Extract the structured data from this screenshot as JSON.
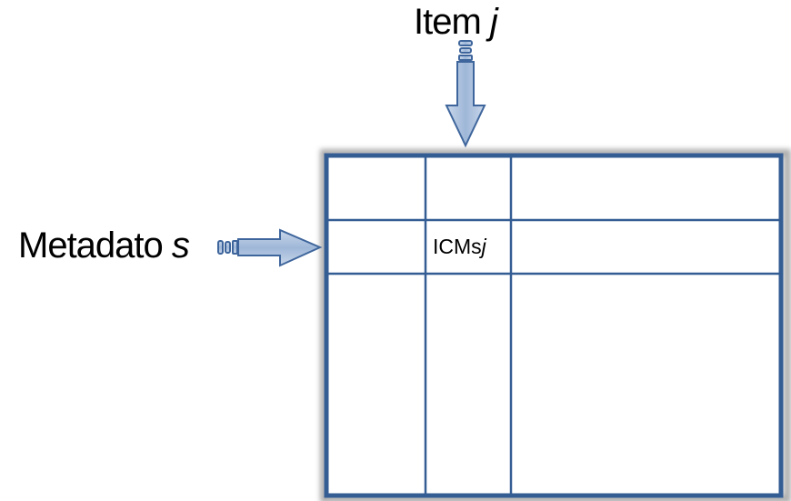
{
  "diagram": {
    "item_label": {
      "text": "Item ",
      "var": "j"
    },
    "metadato_label": {
      "text": "Metadato ",
      "var": "s"
    },
    "cell_label": {
      "text": "ICMs",
      "var": "j"
    },
    "colors": {
      "grid_line": "#3a5f94",
      "arrow_fill": "#a9bfdc",
      "arrow_stroke": "#3f669c",
      "shadow": "#9a9a9a"
    }
  }
}
